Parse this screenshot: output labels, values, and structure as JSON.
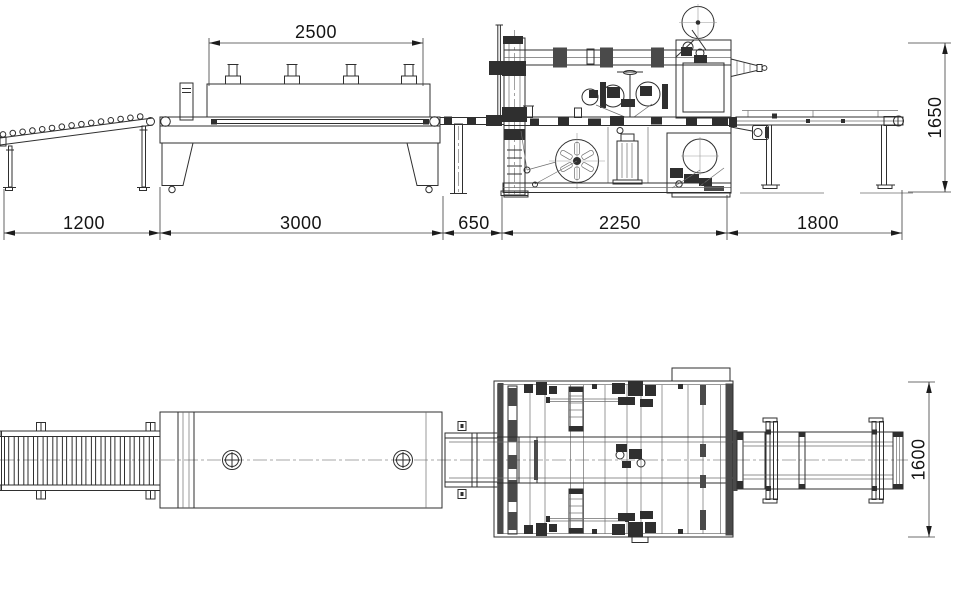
{
  "colors": {
    "background": "#ffffff",
    "line": "#2f2f2f",
    "dim_text": "#141414"
  },
  "dimensions": {
    "hood_length": "2500",
    "infeed_length": "1200",
    "tunnel_length": "3000",
    "gap_length": "650",
    "machine_length": "2250",
    "outfeed_length": "1800",
    "line_height": "1650",
    "line_width": "1600"
  }
}
